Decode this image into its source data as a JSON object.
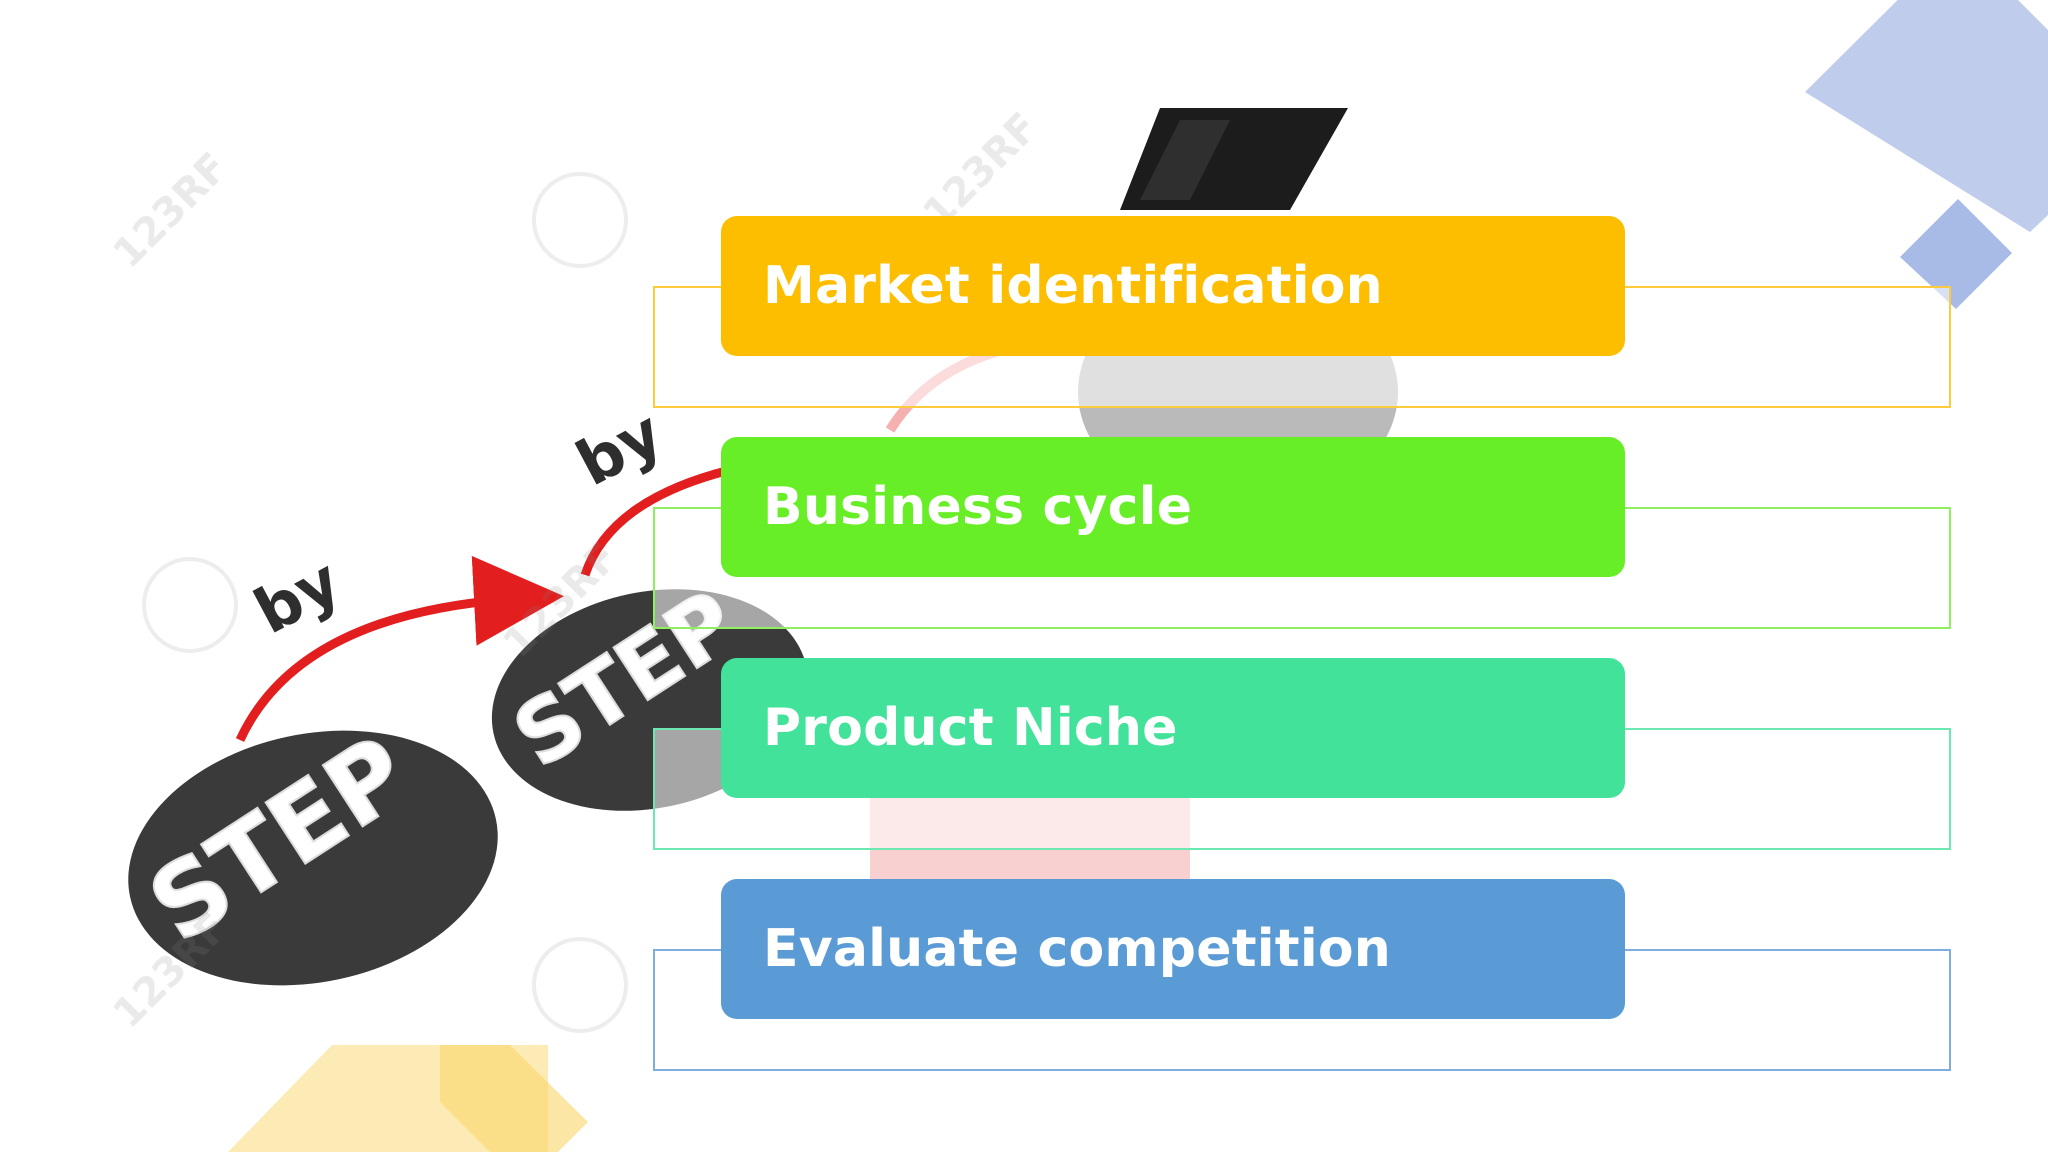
{
  "colors": {
    "step1": "#FDBE00",
    "step2": "#68EE26",
    "step3": "#43E29A",
    "step4": "#5B9BD5",
    "deco_blue": "#B8C7EA",
    "deco_yellow": "#FCE49C",
    "badge_dark": "#3A3A3A",
    "arrow_red": "#E21E1E"
  },
  "illustration": {
    "badge_word": "STEP",
    "connector_word": "by",
    "watermark": "123RF"
  },
  "steps": [
    {
      "label": "Market identification"
    },
    {
      "label": "Business cycle"
    },
    {
      "label": "Product Niche"
    },
    {
      "label": "Evaluate competition"
    }
  ]
}
